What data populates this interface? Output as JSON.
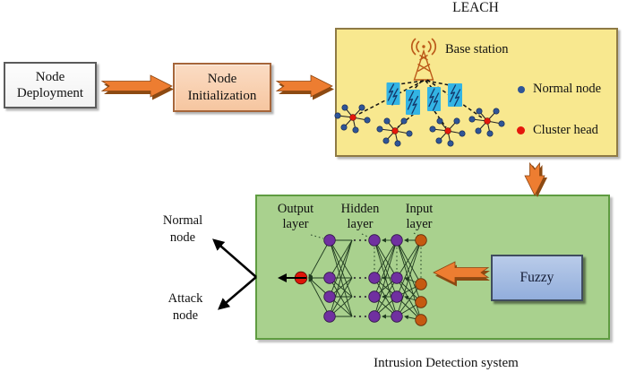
{
  "colors": {
    "leach_fill": "#F8E88F",
    "leach_border": "#8E7A45",
    "deploy_fill": "#F2F2F2",
    "deploy_border": "#5B5B5B",
    "init_fill": "#F6C6A0",
    "init_border": "#A6663A",
    "ids_fill": "#A9D18E",
    "ids_border": "#5F9C41",
    "fuzzy_fill": "#92AEDC",
    "fuzzy_border": "#404C5E",
    "arrow_orange": "#ED7D31",
    "arrow_shadow": "#8C4A12",
    "normal_node_blue": "#2F5597",
    "cluster_head_red": "#E5170C",
    "hidden_node_purple": "#7030A0",
    "input_node_orange": "#C55A11",
    "output_node_red": "#DE1408",
    "energy_block_cyan": "#33B4E4",
    "antenna_orange": "#BC5A1A",
    "net_edge": "#1F3A1F"
  },
  "flow": {
    "deployment_label": "Node\nDeployment",
    "initialization_label": "Node\nInitialization"
  },
  "leach": {
    "title": "LEACH",
    "base_station_label": "Base station",
    "legend": [
      {
        "label": "Normal node"
      },
      {
        "label": "Cluster head"
      }
    ]
  },
  "ids": {
    "caption": "Intrusion Detection system",
    "fuzzy_label": "Fuzzy",
    "layer_labels": [
      {
        "label": "Output\nlayer"
      },
      {
        "label": "Hidden\nlayer"
      },
      {
        "label": "Input\nlayer"
      }
    ],
    "outputs": [
      {
        "label": "Normal\nnode"
      },
      {
        "label": "Attack\nnode"
      }
    ]
  }
}
